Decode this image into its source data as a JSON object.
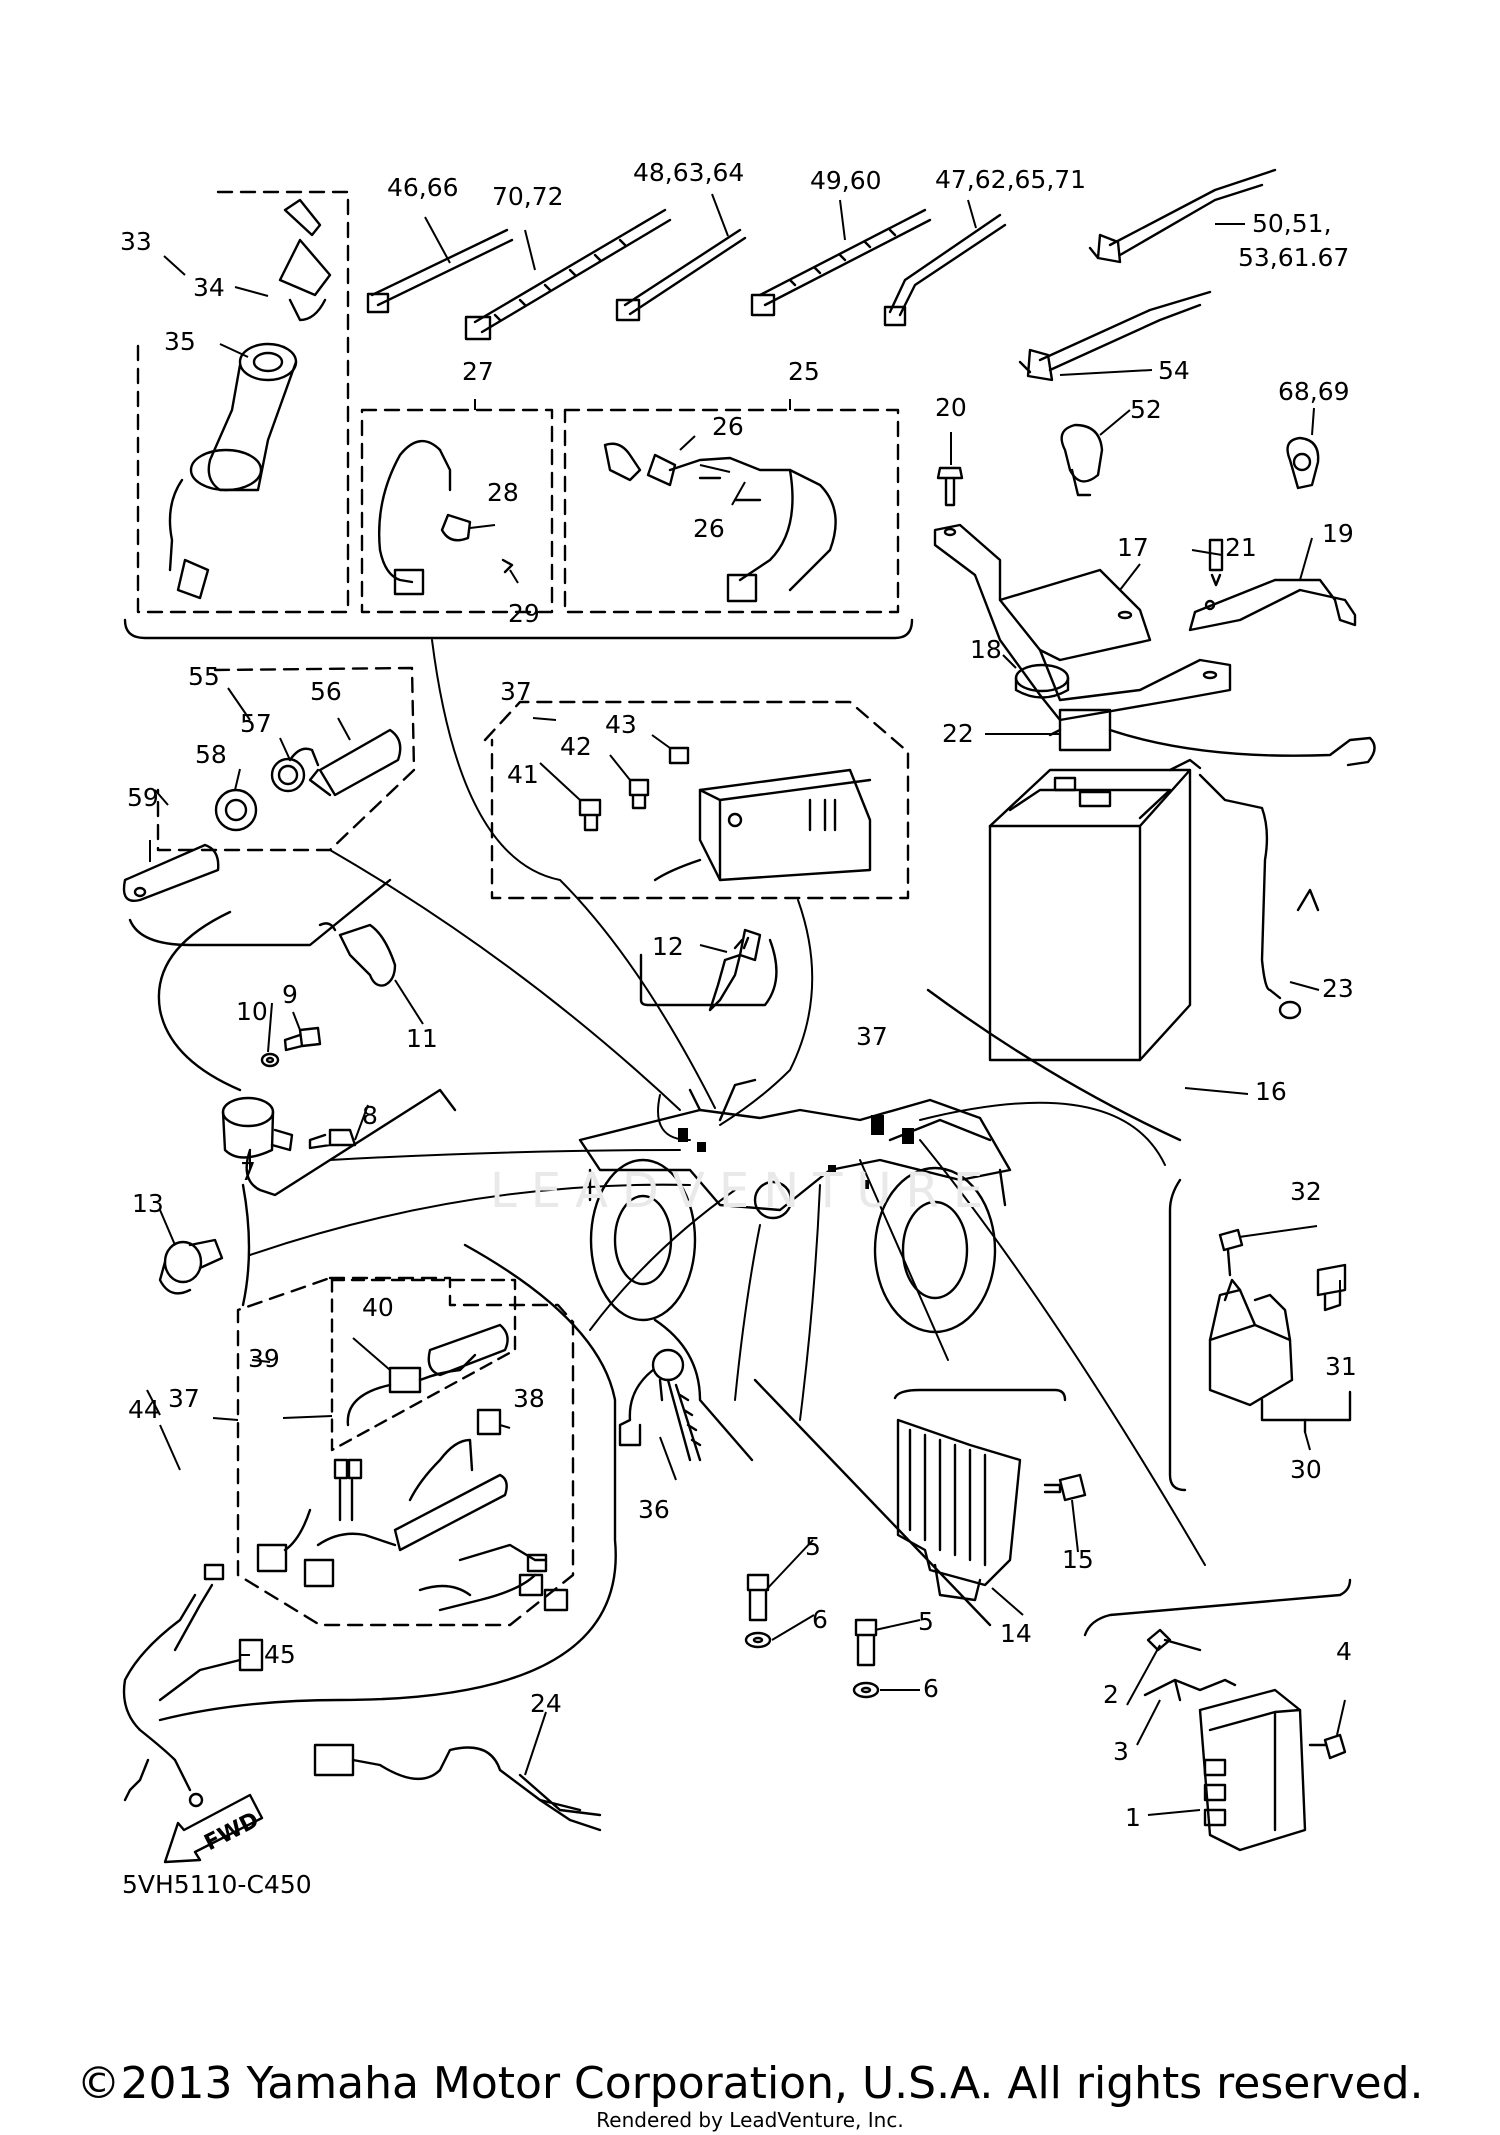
{
  "diagram": {
    "part_code": "5VH5110-C450",
    "watermark": "LEADVENTURE",
    "fwd_label": "FWD",
    "copyright": "©2013 Yamaha Motor Corporation, U.S.A. All rights reserved.",
    "rendered_by": "Rendered by LeadVenture, Inc.",
    "callouts": {
      "c1": "1",
      "c2": "2",
      "c3": "3",
      "c4": "4",
      "c5a": "5",
      "c5b": "5",
      "c6a": "6",
      "c6b": "6",
      "c7": "7",
      "c8": "8",
      "c9": "9",
      "c10": "10",
      "c11": "11",
      "c12": "12",
      "c13": "13",
      "c14": "14",
      "c15": "15",
      "c16": "16",
      "c17": "17",
      "c18": "18",
      "c19": "19",
      "c20": "20",
      "c21": "21",
      "c22": "22",
      "c23": "23",
      "c24": "24",
      "c25": "25",
      "c26a": "26",
      "c26b": "26",
      "c27": "27",
      "c28": "28",
      "c29": "29",
      "c30": "30",
      "c31": "31",
      "c32": "32",
      "c33": "33",
      "c34": "34",
      "c35": "35",
      "c36": "36",
      "c37a": "37",
      "c37b": "37",
      "c37c": "37",
      "c38": "38",
      "c39": "39",
      "c40": "40",
      "c41": "41",
      "c42": "42",
      "c43": "43",
      "c44": "44",
      "c45": "45",
      "c46_66": "46,66",
      "c70_72": "70,72",
      "c48_63_64": "48,63,64",
      "c49_60": "49,60",
      "c47_62_65_71": "47,62,65,71",
      "c50_51": "50,51,",
      "c53_61_67": "53,61.67",
      "c52": "52",
      "c54": "54",
      "c55": "55",
      "c56": "56",
      "c57": "57",
      "c58": "58",
      "c59": "59",
      "c68_69": "68,69"
    }
  }
}
